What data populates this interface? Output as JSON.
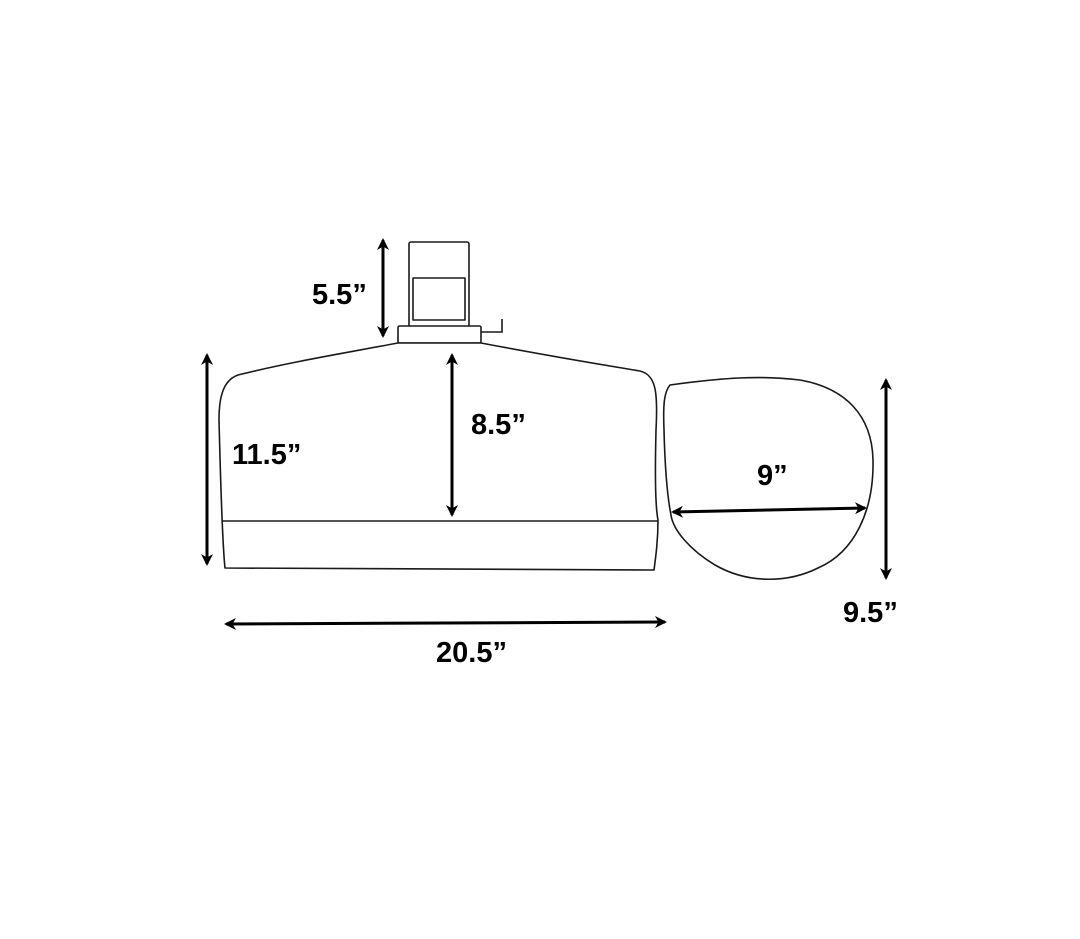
{
  "dimensions": {
    "mount_height": "5.5”",
    "body_total_height": "11.5”",
    "body_upper_height": "8.5”",
    "body_width": "20.5”",
    "pillow_width": "9”",
    "pillow_height": "9.5”"
  },
  "colors": {
    "stroke": "#1a1a1a",
    "arrow": "#000000",
    "background": "#ffffff"
  }
}
